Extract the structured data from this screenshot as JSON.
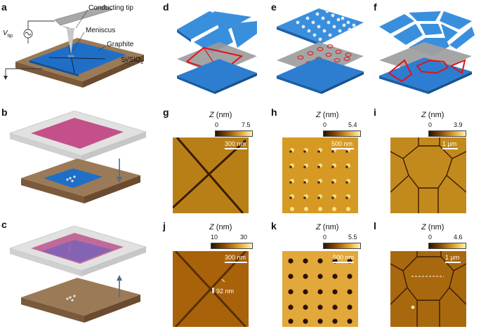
{
  "panels": {
    "a": "a",
    "b": "b",
    "c": "c",
    "d": "d",
    "e": "e",
    "f": "f",
    "g": "g",
    "h": "h",
    "i": "i",
    "j": "j",
    "k": "k",
    "l": "l"
  },
  "schematic_labels": {
    "conducting_tip": "Conducting tip",
    "meniscus": "Meniscus",
    "graphite": "Graphite",
    "substrate": "Si/SiO",
    "substrate_sub": "2",
    "vtip": "V",
    "vtip_sub": "tip"
  },
  "afm_panels": [
    {
      "id": "g",
      "z_label": "Z",
      "z_unit": "(nm)",
      "z_min": "0",
      "z_max": "7.5",
      "scale": "300 nm"
    },
    {
      "id": "h",
      "z_label": "Z",
      "z_unit": "(nm)",
      "z_min": "0",
      "z_max": "5.4",
      "scale": "500 nm"
    },
    {
      "id": "i",
      "z_label": "Z",
      "z_unit": "(nm)",
      "z_min": "0",
      "z_max": "3.9",
      "scale": "1 µm"
    },
    {
      "id": "j",
      "z_label": "Z",
      "z_unit": "(nm)",
      "z_min": "10",
      "z_max": "30",
      "scale": "300 nm",
      "annotation": "92 nm"
    },
    {
      "id": "k",
      "z_label": "Z",
      "z_unit": "(nm)",
      "z_min": "0",
      "z_max": "5.5",
      "scale": "500 nm"
    },
    {
      "id": "l",
      "z_label": "Z",
      "z_unit": "(nm)",
      "z_min": "0",
      "z_max": "4.6",
      "scale": "1 µm"
    }
  ],
  "colors": {
    "afm_dark": "#3a1c02",
    "afm_mid": "#b8740e",
    "afm_light": "#f3c84a",
    "graphene_blue": "#2d86d6",
    "substrate_brown": "#8a6a4a",
    "current_red": "#e0121c",
    "hbn_pink": "#c44a86"
  }
}
